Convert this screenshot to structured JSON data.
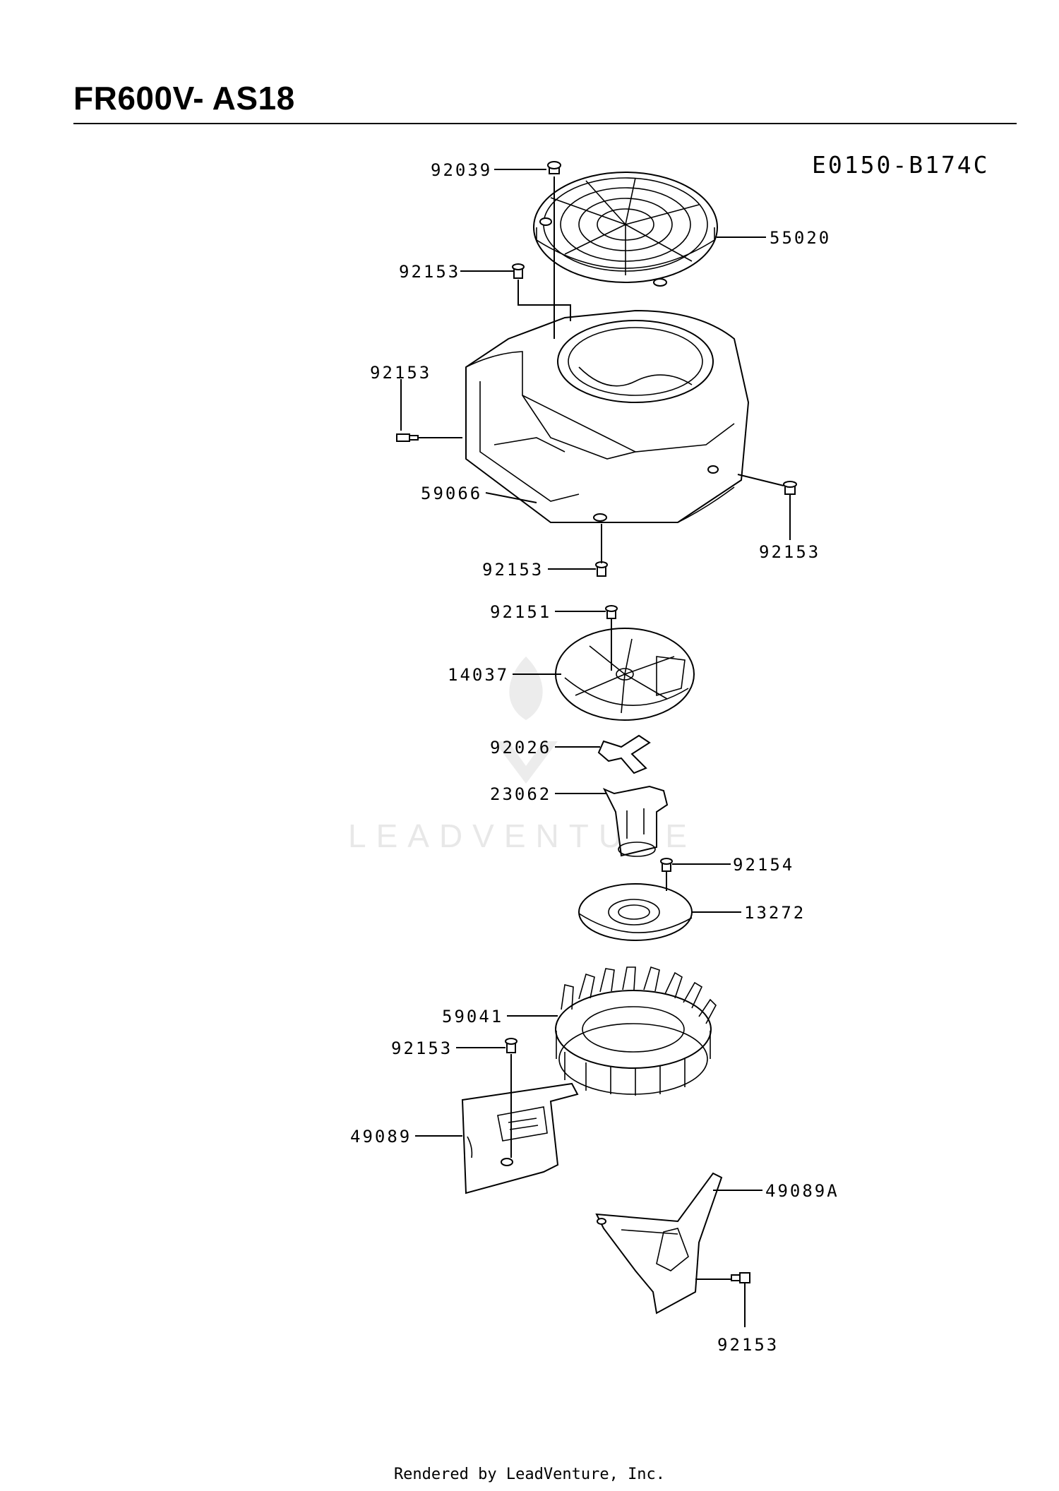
{
  "header": {
    "title": "FR600V- AS18",
    "diagram_code": "E0150-B174C"
  },
  "watermark": {
    "text": "LEADVENTURE"
  },
  "footer": {
    "text": "Rendered by LeadVenture, Inc."
  },
  "callouts": [
    {
      "id": "c01",
      "label": "92039"
    },
    {
      "id": "c02",
      "label": "55020"
    },
    {
      "id": "c03",
      "label": "92153"
    },
    {
      "id": "c04",
      "label": "92153"
    },
    {
      "id": "c05",
      "label": "59066"
    },
    {
      "id": "c06",
      "label": "92153"
    },
    {
      "id": "c07",
      "label": "92153"
    },
    {
      "id": "c08",
      "label": "92151"
    },
    {
      "id": "c09",
      "label": "14037"
    },
    {
      "id": "c10",
      "label": "92026"
    },
    {
      "id": "c11",
      "label": "23062"
    },
    {
      "id": "c12",
      "label": "92154"
    },
    {
      "id": "c13",
      "label": "13272"
    },
    {
      "id": "c14",
      "label": "59041"
    },
    {
      "id": "c15",
      "label": "92153"
    },
    {
      "id": "c16",
      "label": "49089"
    },
    {
      "id": "c17",
      "label": "49089A"
    },
    {
      "id": "c18",
      "label": "92153"
    }
  ]
}
